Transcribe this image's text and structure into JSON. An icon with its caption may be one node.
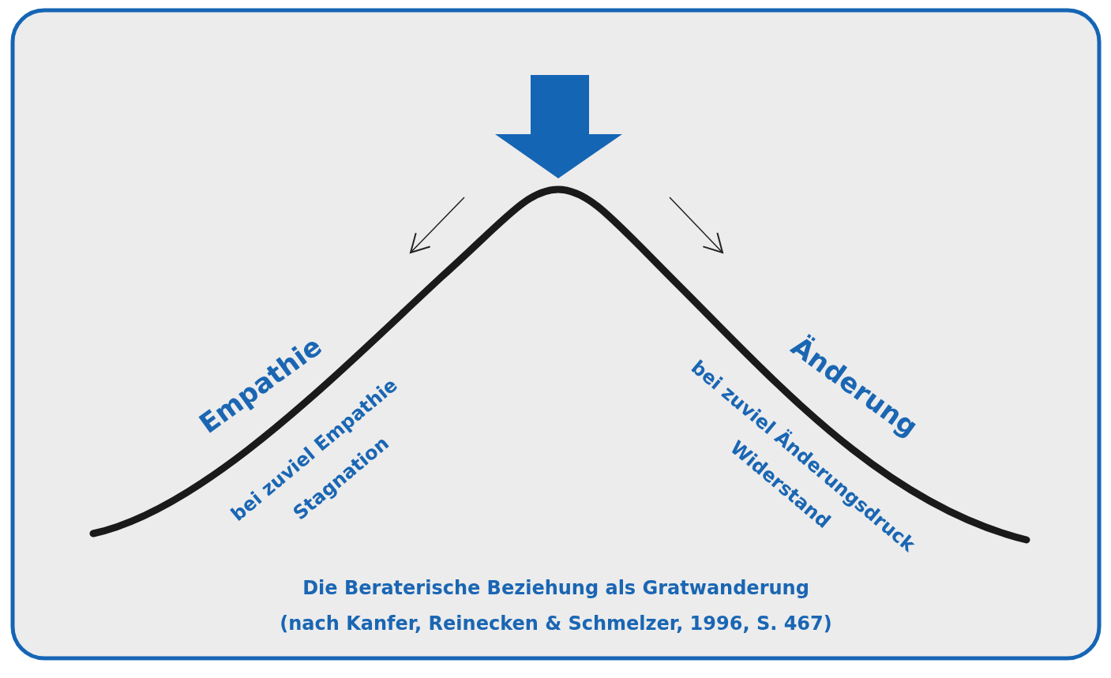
{
  "diagram": {
    "caption": "Die Beraterische Beziehung als Gratwanderung",
    "labels": [
      "Empathie",
      "Änderung",
      "bei zuviel Empathie",
      "Stagnation",
      "bei zuviel Änderungsdruck",
      "Widerstand",
      "(nach Kanfer, Reinecken & Schmelzer, 1996, S. 467)"
    ]
  }
}
